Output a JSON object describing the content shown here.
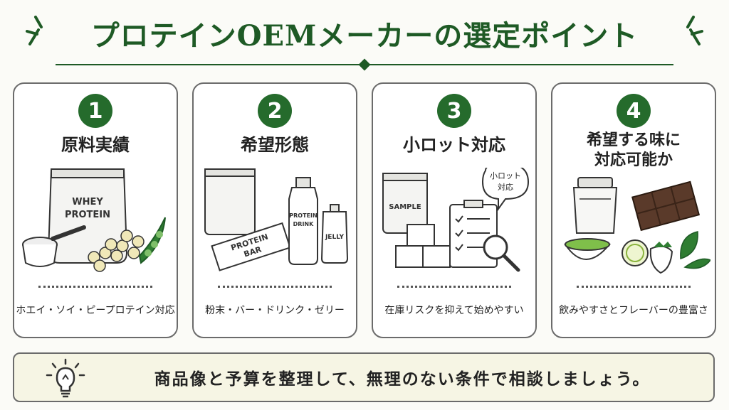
{
  "title": "プロテインOEMメーカーの選定ポイント",
  "cards": [
    {
      "number": "1",
      "title": "原料実績",
      "illustration_text": [
        "WHEY",
        "PROTEIN"
      ],
      "caption": "ホエイ・ソイ・ピープロテイン対応"
    },
    {
      "number": "2",
      "title": "希望形態",
      "illustration_text": [
        "PROTEIN",
        "BAR",
        "PROTEIN",
        "DRINK",
        "JELLY"
      ],
      "caption": "粉末・バー・ドリンク・ゼリー"
    },
    {
      "number": "3",
      "title": "小ロット対応",
      "illustration_text": [
        "SAMPLE",
        "小ロット",
        "対応"
      ],
      "caption": "在庫リスクを抑えて始めやすい"
    },
    {
      "number": "4",
      "title_line1": "希望する味に",
      "title_line2": "対応可能か",
      "caption": "飲みやすさとフレーバーの豊富さ"
    }
  ],
  "footer": {
    "text": "商品像と予算を整理して、無理のない条件で相談しましょう。"
  },
  "colors": {
    "accent": "#1e5a25",
    "badge": "#256b2c",
    "footer_bg": "#f6f5e4"
  }
}
